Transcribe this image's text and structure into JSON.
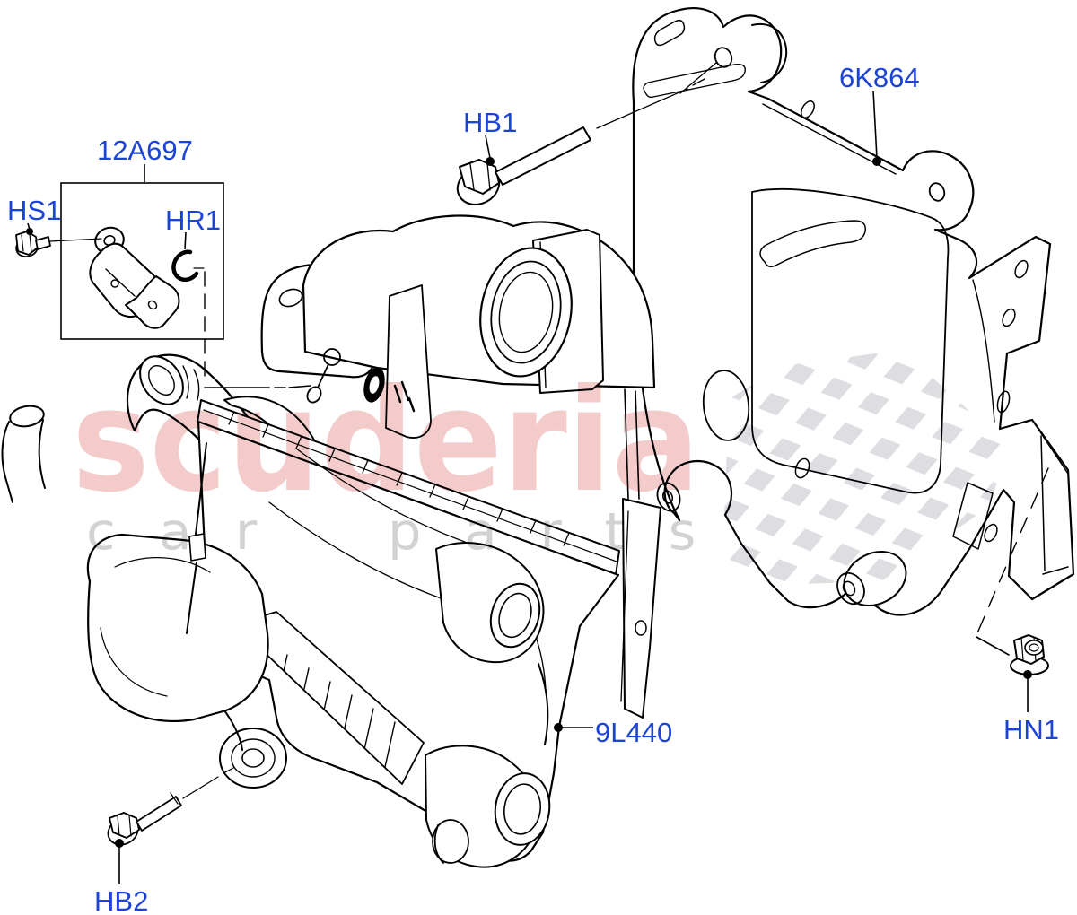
{
  "diagram": {
    "labels": {
      "sensor": "12A697",
      "screw": "HS1",
      "ring": "HR1",
      "bolt_top": "HB1",
      "bracket": "6K864",
      "air_cleaner": "9L440",
      "bolt_bottom": "HB2",
      "nut": "HN1"
    },
    "label_color": "#1c43d8",
    "line_color": "#000000",
    "watermark": {
      "title": "scuderia",
      "subtitle_left": "c a r",
      "subtitle_right": "p a r t s",
      "title_color": "#f3cbcb",
      "subtitle_color": "#d2d2d2",
      "checker_color": "#dddde2"
    }
  }
}
